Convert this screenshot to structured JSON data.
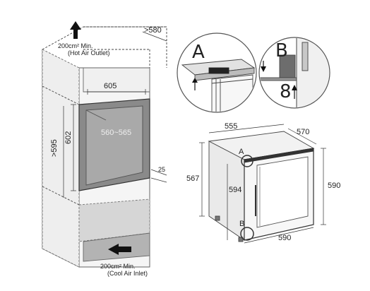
{
  "cabinet": {
    "outlet_area": "200cm² Min.",
    "outlet_label": "(Hot Air Outlet)",
    "inlet_area": "200cm² Min.",
    "inlet_label": "(Cool Air Inlet)",
    "depth": ">580",
    "width": "605",
    "height_left": ">595",
    "opening_height": "602",
    "niche_width": "560~565",
    "gap": "25"
  },
  "appliance": {
    "depth": "555",
    "top_width": "570",
    "height_left": "567",
    "door_height": "594",
    "height_right": "590",
    "width_bottom": "590",
    "marker_a": "A",
    "marker_b": "B"
  },
  "detail_a": {
    "letter": "A"
  },
  "detail_b": {
    "letter": "B",
    "gap": "8"
  }
}
